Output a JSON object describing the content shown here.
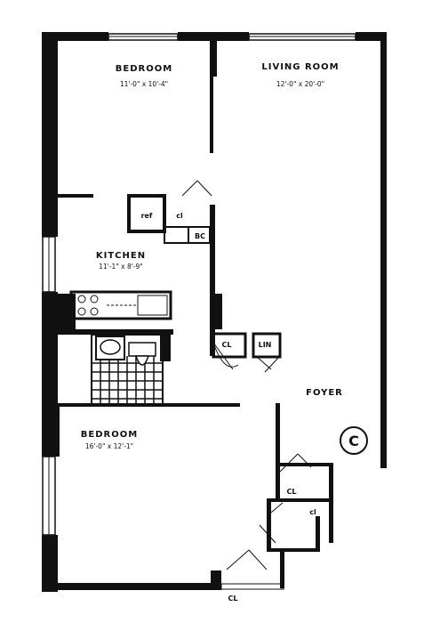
{
  "plan": {
    "rooms": [
      {
        "key": "bedroom1",
        "name": "BEDROOM",
        "dims": "11'-0\" x 10'-4\""
      },
      {
        "key": "living",
        "name": "LIVING ROOM",
        "dims": "12'-0\" x 20'-0\""
      },
      {
        "key": "kitchen",
        "name": "KITCHEN",
        "dims": "11'-1\" x 8'-9\""
      },
      {
        "key": "bedroom2",
        "name": "BEDROOM",
        "dims": "16'-0\" x 12'-1\""
      },
      {
        "key": "foyer",
        "name": "FOYER",
        "dims": ""
      }
    ],
    "fixtures": {
      "ref": "ref",
      "cl_kitchen": "cl",
      "bc": "BC",
      "cl_hall": "CL",
      "lin": "LIN",
      "cl_foyer": "CL",
      "cl_foyer2": "cl",
      "cl_bottom": "CL"
    },
    "unit_letter": "C"
  }
}
